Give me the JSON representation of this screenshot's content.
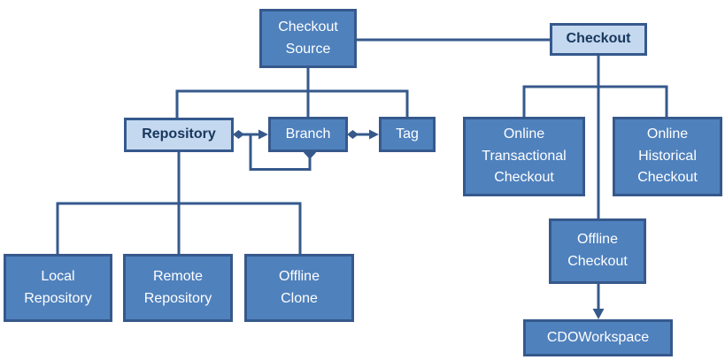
{
  "diagram": {
    "nodes": {
      "checkout_source": {
        "label": "Checkout\nSource",
        "style": "dark"
      },
      "checkout": {
        "label": "Checkout",
        "style": "light"
      },
      "repository": {
        "label": "Repository",
        "style": "light"
      },
      "branch": {
        "label": "Branch",
        "style": "dark"
      },
      "tag": {
        "label": "Tag",
        "style": "dark"
      },
      "online_transactional_checkout": {
        "label": "Online\nTransactional\nCheckout",
        "style": "dark"
      },
      "online_historical_checkout": {
        "label": "Online\nHistorical\nCheckout",
        "style": "dark"
      },
      "local_repository": {
        "label": "Local\nRepository",
        "style": "dark"
      },
      "remote_repository": {
        "label": "Remote\nRepository",
        "style": "dark"
      },
      "offline_clone": {
        "label": "Offline\nClone",
        "style": "dark"
      },
      "offline_checkout": {
        "label": "Offline\nCheckout",
        "style": "dark"
      },
      "cdo_workspace": {
        "label": "CDOWorkspace",
        "style": "dark"
      }
    },
    "edges": [
      {
        "from": "checkout_source",
        "to": "checkout",
        "type": "plain-line"
      },
      {
        "from": "checkout_source",
        "to": "repository",
        "type": "tree-branch"
      },
      {
        "from": "checkout_source",
        "to": "branch",
        "type": "tree-branch"
      },
      {
        "from": "checkout_source",
        "to": "tag",
        "type": "tree-branch"
      },
      {
        "from": "repository",
        "to": "branch",
        "type": "diamond-arrow"
      },
      {
        "from": "branch",
        "to": "branch",
        "type": "diamond-arrow-self-loop"
      },
      {
        "from": "branch",
        "to": "tag",
        "type": "diamond-arrow"
      },
      {
        "from": "repository",
        "to": "local_repository",
        "type": "tree-branch"
      },
      {
        "from": "repository",
        "to": "remote_repository",
        "type": "tree-branch"
      },
      {
        "from": "repository",
        "to": "offline_clone",
        "type": "tree-branch"
      },
      {
        "from": "checkout",
        "to": "online_transactional_checkout",
        "type": "tree-branch"
      },
      {
        "from": "checkout",
        "to": "online_historical_checkout",
        "type": "tree-branch"
      },
      {
        "from": "checkout",
        "to": "offline_checkout",
        "type": "tree-branch"
      },
      {
        "from": "offline_checkout",
        "to": "cdo_workspace",
        "type": "arrow"
      }
    ],
    "colors": {
      "node_fill": "#4F81BD",
      "node_border": "#36598C",
      "highlight_fill": "#C4D8EF",
      "connector": "#36598C",
      "text_on_dark": "#FFFFFF",
      "text_on_light": "#17375D",
      "canvas_bg": "#FFFFFF"
    }
  }
}
